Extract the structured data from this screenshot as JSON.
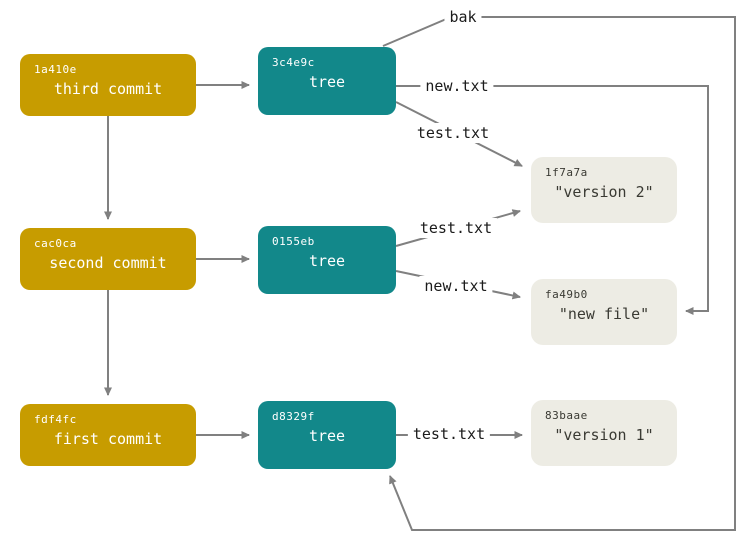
{
  "colors": {
    "commit_fill": "#C79C00",
    "tree_fill": "#12888A",
    "blob_fill": "#EDECE4",
    "line": "#808080"
  },
  "commits": [
    {
      "hash": "1a410e",
      "label": "third commit"
    },
    {
      "hash": "cac0ca",
      "label": "second commit"
    },
    {
      "hash": "fdf4fc",
      "label": "first commit"
    }
  ],
  "trees": [
    {
      "hash": "3c4e9c",
      "label": "tree"
    },
    {
      "hash": "0155eb",
      "label": "tree"
    },
    {
      "hash": "d8329f",
      "label": "tree"
    }
  ],
  "blobs": [
    {
      "hash": "1f7a7a",
      "label": "\"version 2\""
    },
    {
      "hash": "fa49b0",
      "label": "\"new file\""
    },
    {
      "hash": "83baae",
      "label": "\"version 1\""
    }
  ],
  "edges": [
    {
      "from": "1a410e",
      "to": "3c4e9c",
      "label": ""
    },
    {
      "from": "1a410e",
      "to": "cac0ca",
      "label": ""
    },
    {
      "from": "cac0ca",
      "to": "0155eb",
      "label": ""
    },
    {
      "from": "cac0ca",
      "to": "fdf4fc",
      "label": ""
    },
    {
      "from": "fdf4fc",
      "to": "d8329f",
      "label": ""
    },
    {
      "from": "3c4e9c",
      "to": "d8329f",
      "label": "bak"
    },
    {
      "from": "3c4e9c",
      "to": "fa49b0",
      "label": "new.txt"
    },
    {
      "from": "3c4e9c",
      "to": "1f7a7a",
      "label": "test.txt"
    },
    {
      "from": "0155eb",
      "to": "1f7a7a",
      "label": "test.txt"
    },
    {
      "from": "0155eb",
      "to": "fa49b0",
      "label": "new.txt"
    },
    {
      "from": "d8329f",
      "to": "83baae",
      "label": "test.txt"
    }
  ]
}
